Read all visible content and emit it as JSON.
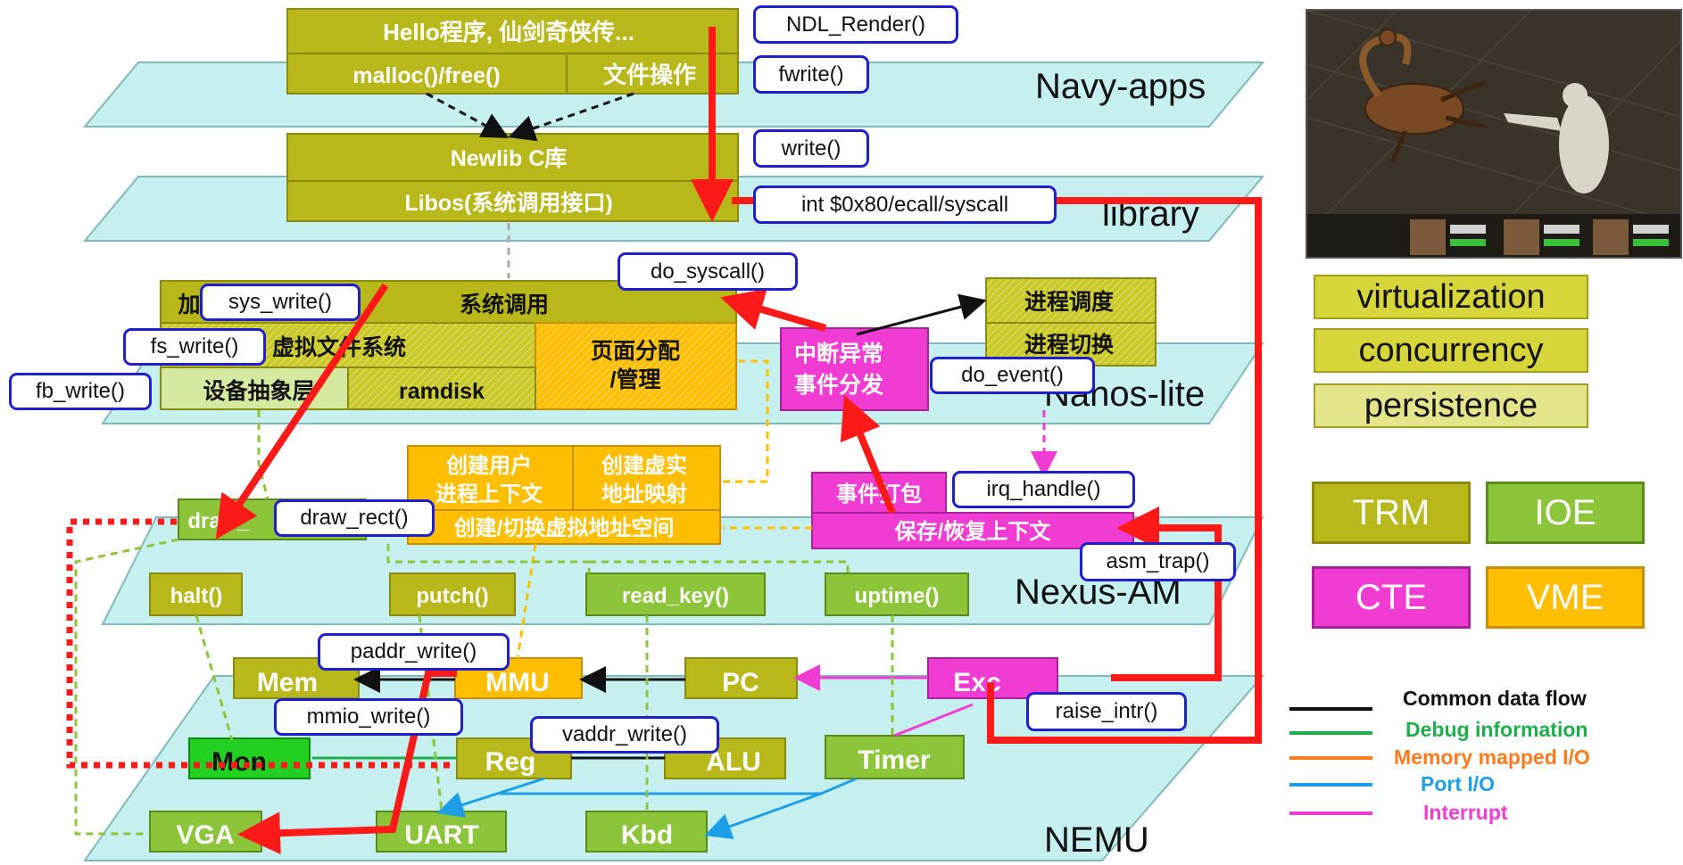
{
  "layers": [
    {
      "key": "navy",
      "name": "Navy-apps"
    },
    {
      "key": "library",
      "name": "library"
    },
    {
      "key": "nanos",
      "name": "Nanos-lite"
    },
    {
      "key": "nexus",
      "name": "Nexus-AM"
    },
    {
      "key": "nemu",
      "name": "NEMU"
    }
  ],
  "blocks": {
    "hello": "Hello程序, 仙剑奇侠传...",
    "malloc": "malloc()/free()",
    "file_ops": "文件操作",
    "newlib": "Newlib C库",
    "libos": "Libos(系统调用接口)",
    "load": "加",
    "syscall": "系统调用",
    "vfs": "虚拟文件系统",
    "page_alloc_1": "页面分配",
    "page_alloc_2": "/管理",
    "dev_abstract": "设备抽象层",
    "ramdisk": "ramdisk",
    "interrupt_1": "中断异常",
    "interrupt_2": "事件分发",
    "sched": "进程调度",
    "switch": "进程切换",
    "create_user_1": "创建用户",
    "create_user_2": "进程上下文",
    "create_map_1": "创建虚实",
    "create_map_2": "地址映射",
    "create_space": "创建/切换虚拟地址空间",
    "draw": "draw_",
    "event_pack": "事件打包",
    "save_ctx": "保存/恢复上下文",
    "halt": "halt()",
    "putch": "putch()",
    "read_key": "read_key()",
    "uptime": "uptime()",
    "mem": "Mem",
    "mmu": "MMU",
    "pc": "PC",
    "exception": "Exc",
    "mon": "Mon",
    "reg": "Reg",
    "alu": "ALU",
    "timer": "Timer",
    "vga": "VGA",
    "uart": "UART",
    "kbd": "Kbd"
  },
  "callouts": {
    "ndl_render": "NDL_Render()",
    "fwrite": "fwrite()",
    "write": "write()",
    "int80": "int $0x80/ecall/syscall",
    "do_syscall": "do_syscall()",
    "sys_write": "sys_write()",
    "fs_write": "fs_write()",
    "fb_write": "fb_write()",
    "do_event": "do_event()",
    "irq_handle": "irq_handle()",
    "draw_rect": "draw_rect()",
    "asm_trap": "asm_trap()",
    "paddr_write": "paddr_write()",
    "mmio_write": "mmio_write()",
    "vaddr_write": "vaddr_write()",
    "raise_intr": "raise_intr()"
  },
  "legend_boxes": {
    "virtualization": "virtualization",
    "concurrency": "concurrency",
    "persistence": "persistence",
    "trm": "TRM",
    "ioe": "IOE",
    "cte": "CTE",
    "vme": "VME"
  },
  "legend_lines": [
    {
      "text": "Common data flow",
      "color": "#111111"
    },
    {
      "text": "Debug information",
      "color": "#1fae4a"
    },
    {
      "text": "Memory mapped I/O",
      "color": "#ff7a1a"
    },
    {
      "text": "Port I/O",
      "color": "#1e9ee6"
    },
    {
      "text": "Interrupt",
      "color": "#f03cd2"
    }
  ],
  "colors": {
    "trm": "#b8b81a",
    "ioe": "#8cc43a",
    "cte": "#f03cd2",
    "vme": "#ffbf00",
    "layer": "#c6efef",
    "callout_border": "#1f1fd0",
    "main_flow": "#ff1a1a"
  }
}
